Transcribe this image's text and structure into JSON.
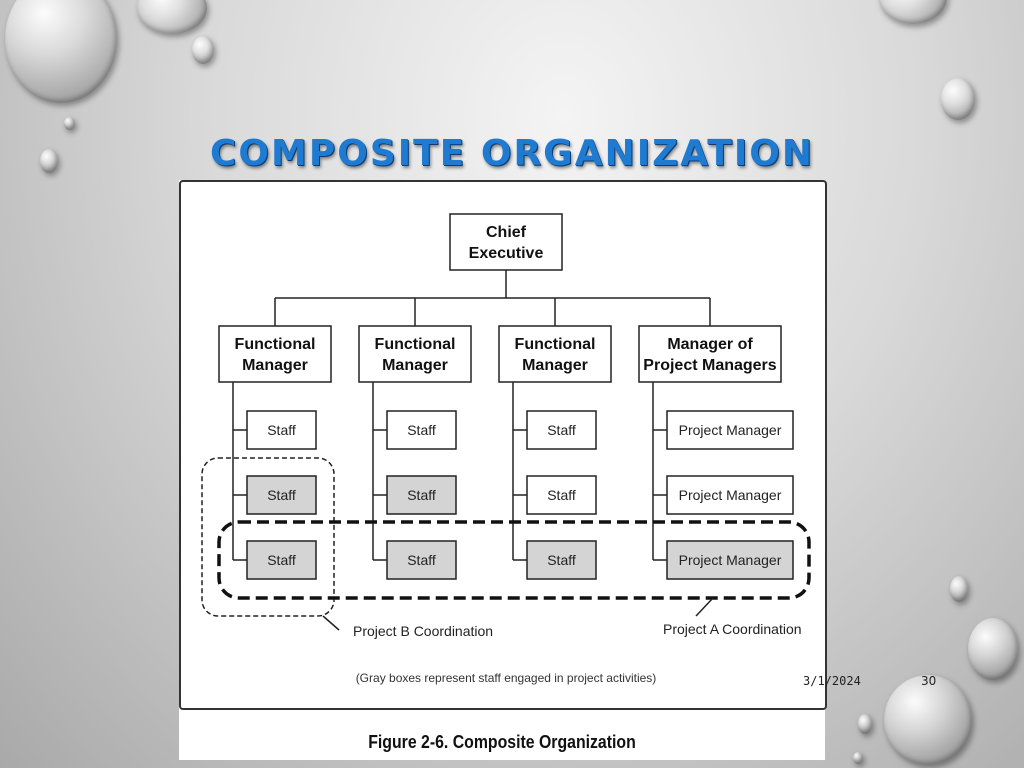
{
  "slide": {
    "title": "COMPOSITE ORGANIZATION",
    "date": "3/1/2024",
    "number": "30"
  },
  "figure": {
    "caption": "Figure 2-6. Composite Organization",
    "note": "(Gray boxes represent staff engaged in project activities)"
  },
  "org": {
    "chief_line1": "Chief",
    "chief_line2": "Executive",
    "columns": [
      {
        "line1": "Functional",
        "line2": "Manager",
        "staff": [
          {
            "label": "Staff",
            "project_activity": false
          },
          {
            "label": "Staff",
            "project_activity": true
          },
          {
            "label": "Staff",
            "project_activity": true
          }
        ]
      },
      {
        "line1": "Functional",
        "line2": "Manager",
        "staff": [
          {
            "label": "Staff",
            "project_activity": false
          },
          {
            "label": "Staff",
            "project_activity": true
          },
          {
            "label": "Staff",
            "project_activity": true
          }
        ]
      },
      {
        "line1": "Functional",
        "line2": "Manager",
        "staff": [
          {
            "label": "Staff",
            "project_activity": false
          },
          {
            "label": "Staff",
            "project_activity": false
          },
          {
            "label": "Staff",
            "project_activity": true
          }
        ]
      },
      {
        "line1": "Manager of",
        "line2": "Project Managers",
        "staff": [
          {
            "label": "Project Manager",
            "project_activity": false
          },
          {
            "label": "Project Manager",
            "project_activity": false
          },
          {
            "label": "Project Manager",
            "project_activity": true
          }
        ]
      }
    ],
    "coordination_b": "Project B Coordination",
    "coordination_a": "Project A Coordination"
  },
  "colors": {
    "title": "#1f7bd1",
    "gray_box": "#d4d4d4",
    "line": "#222222"
  }
}
